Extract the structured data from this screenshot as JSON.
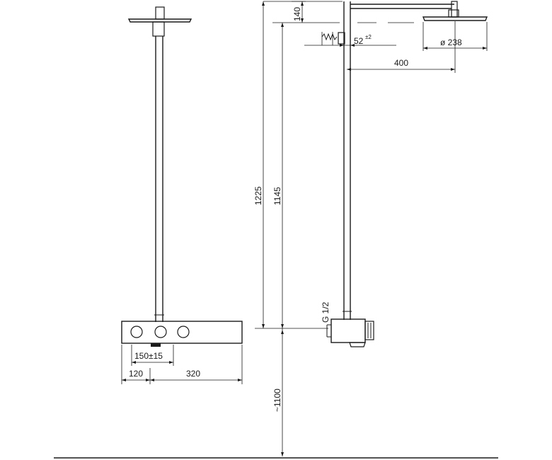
{
  "colors": {
    "line": "#1a1a1a",
    "background": "#ffffff"
  },
  "dimensions": {
    "arm_drop": "140",
    "connector_offset": "52",
    "connector_tolerance": "±2",
    "head_diameter": "ø 238",
    "arm_length": "400",
    "total_height": "1225",
    "column_height": "1145",
    "thread": "G 1/2",
    "inlet_spacing": "150±15",
    "left_offset": "120",
    "unit_width": "320",
    "mount_height": "~1100"
  }
}
